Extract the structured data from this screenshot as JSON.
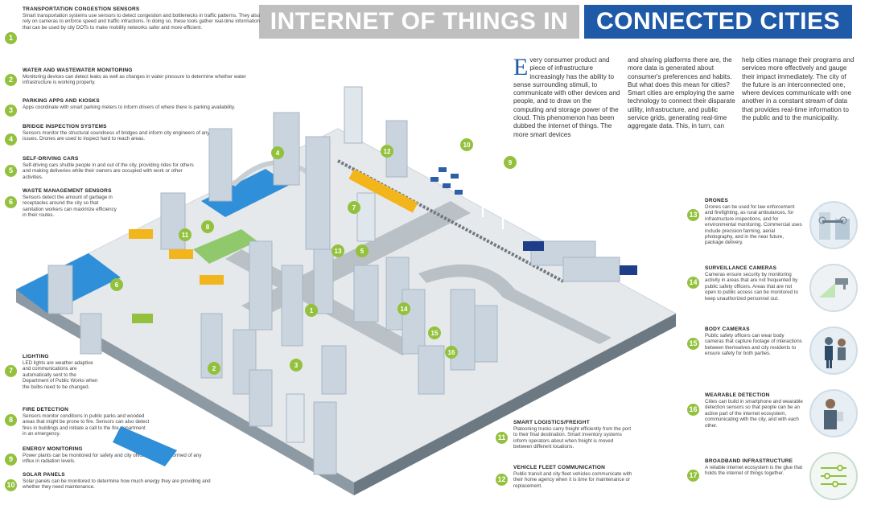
{
  "title": {
    "part1": "INTERNET OF THINGS IN",
    "part2": "CONNECTED CITIES"
  },
  "colors": {
    "accent_green": "#93c13e",
    "accent_blue": "#1f5aa8",
    "banner_gray": "#bfbfbf",
    "water_blue": "#2f8fd8"
  },
  "intro": {
    "dropcap": "E",
    "col1": "very consumer product and piece of infrastructure increasingly has the ability to sense surrounding stimuli, to communicate with other devices and people, and to draw on the computing and storage power of the cloud. This phenomenon has been dubbed the internet of things. The more smart devices",
    "col2": "and sharing platforms there are, the more data is generated about consumer's preferences and habits. But what does this mean for cities? Smart cities are employing the same technology to connect their disparate utility, infrastructure, and public service grids, generating real-time aggregate data. This, in turn, can",
    "col3": "help cities manage their programs and services more effectively and gauge their impact immediately. The city of the future is an interconnected one, where devices communicate with one another in a constant stream of data that provides real-time information to the public and to the municipality."
  },
  "left_items": [
    {
      "n": "1",
      "title": "TRANSPORTATION CONGESTION SENSORS",
      "desc": "Smart transportation systems use sensors to detect congestion and bottlenecks in traffic patterns. They also rely on cameras to enforce speed and traffic infractions. In doing so, these tools gather real-time information that can be used by city DOTs to make mobility networks safer and more efficient."
    },
    {
      "n": "2",
      "title": "WATER AND WASTEWATER MONITORING",
      "desc": "Monitoring devices can detect leaks as well as changes in water pressure to determine whether water infrastructure is working properly."
    },
    {
      "n": "3",
      "title": "PARKING APPS AND KIOSKS",
      "desc": "Apps coordinate with smart parking meters to inform drivers of where there is parking availability."
    },
    {
      "n": "4",
      "title": "BRIDGE INSPECTION SYSTEMS",
      "desc": "Sensors monitor the structural soundness of bridges and inform city engineers of any issues. Drones are used to inspect hard to reach areas."
    },
    {
      "n": "5",
      "title": "SELF-DRIVING CARS",
      "desc": "Self-driving cars shuttle people in and out of the city, providing rides for others and making deliveries while their owners are occupied with work or other activities."
    },
    {
      "n": "6",
      "title": "WASTE MANAGEMENT SENSORS",
      "desc": "Sensors detect the amount of garbage in receptacles around the city so that sanitation workers can maximize efficiency in their routes."
    },
    {
      "n": "7",
      "title": "LIGHTING",
      "desc": "LED lights are weather adaptive and communications are automatically sent to the Department of Public Works when the bulbs need to be changed."
    },
    {
      "n": "8",
      "title": "FIRE DETECTION",
      "desc": "Sensors monitor conditions in public parks and wooded areas that might be prone to fire. Sensors can also detect fires in buildings and initiate a call to the fire department in an emergency."
    },
    {
      "n": "9",
      "title": "ENERGY MONITORING",
      "desc": "Power plants can be monitored for safety and city officials can be informed of any influx in radiation levels."
    },
    {
      "n": "10",
      "title": "SOLAR PANELS",
      "desc": "Solar panels can be monitored to determine how much energy they are providing and whether they need maintenance."
    }
  ],
  "mid_items": [
    {
      "n": "11",
      "title": "SMART LOGISTICS/FREIGHT",
      "desc": "Platooning trucks carry freight efficiently from the port to their final destination. Smart inventory systems inform operators about when freight is moved between different locations."
    },
    {
      "n": "12",
      "title": "VEHICLE FLEET COMMUNICATION",
      "desc": "Public transit and city fleet vehicles communicate with their home agency when it is time for maintenance or replacement."
    }
  ],
  "right_items": [
    {
      "n": "13",
      "title": "DRONES",
      "desc": "Drones can be used for law enforcement and firefighting, as rural ambulances, for infrastructure inspections, and for environmental monitoring. Commercial uses include precision farming, aerial photography, and in the near future, package delivery."
    },
    {
      "n": "14",
      "title": "SURVEILLANCE CAMERAS",
      "desc": "Cameras ensure security by monitoring activity in areas that are not frequented by public safety officers. Areas that are not open to public access can be monitored to keep unauthorized personnel out."
    },
    {
      "n": "15",
      "title": "BODY CAMERAS",
      "desc": "Public safety officers can wear body cameras that capture footage of interactions between themselves and city residents to ensure safety for both parties."
    },
    {
      "n": "16",
      "title": "WEARABLE DETECTION",
      "desc": "Cities can build in smartphone and wearable detection sensors so that people can be an active part of the internet ecosystem, communicating with the city, and with each other."
    },
    {
      "n": "17",
      "title": "BROADBAND INFRASTRUCTURE",
      "desc": "A reliable internet ecosystem is the glue that holds the internet of things together."
    }
  ],
  "map_markers": [
    "1",
    "2",
    "3",
    "4",
    "5",
    "6",
    "7",
    "8",
    "9",
    "10",
    "11",
    "12",
    "13",
    "14",
    "15",
    "16"
  ],
  "thumb_icons": [
    "drone-icon",
    "surveillance-camera-icon",
    "body-camera-icon",
    "wearable-icon",
    "broadband-icon"
  ]
}
